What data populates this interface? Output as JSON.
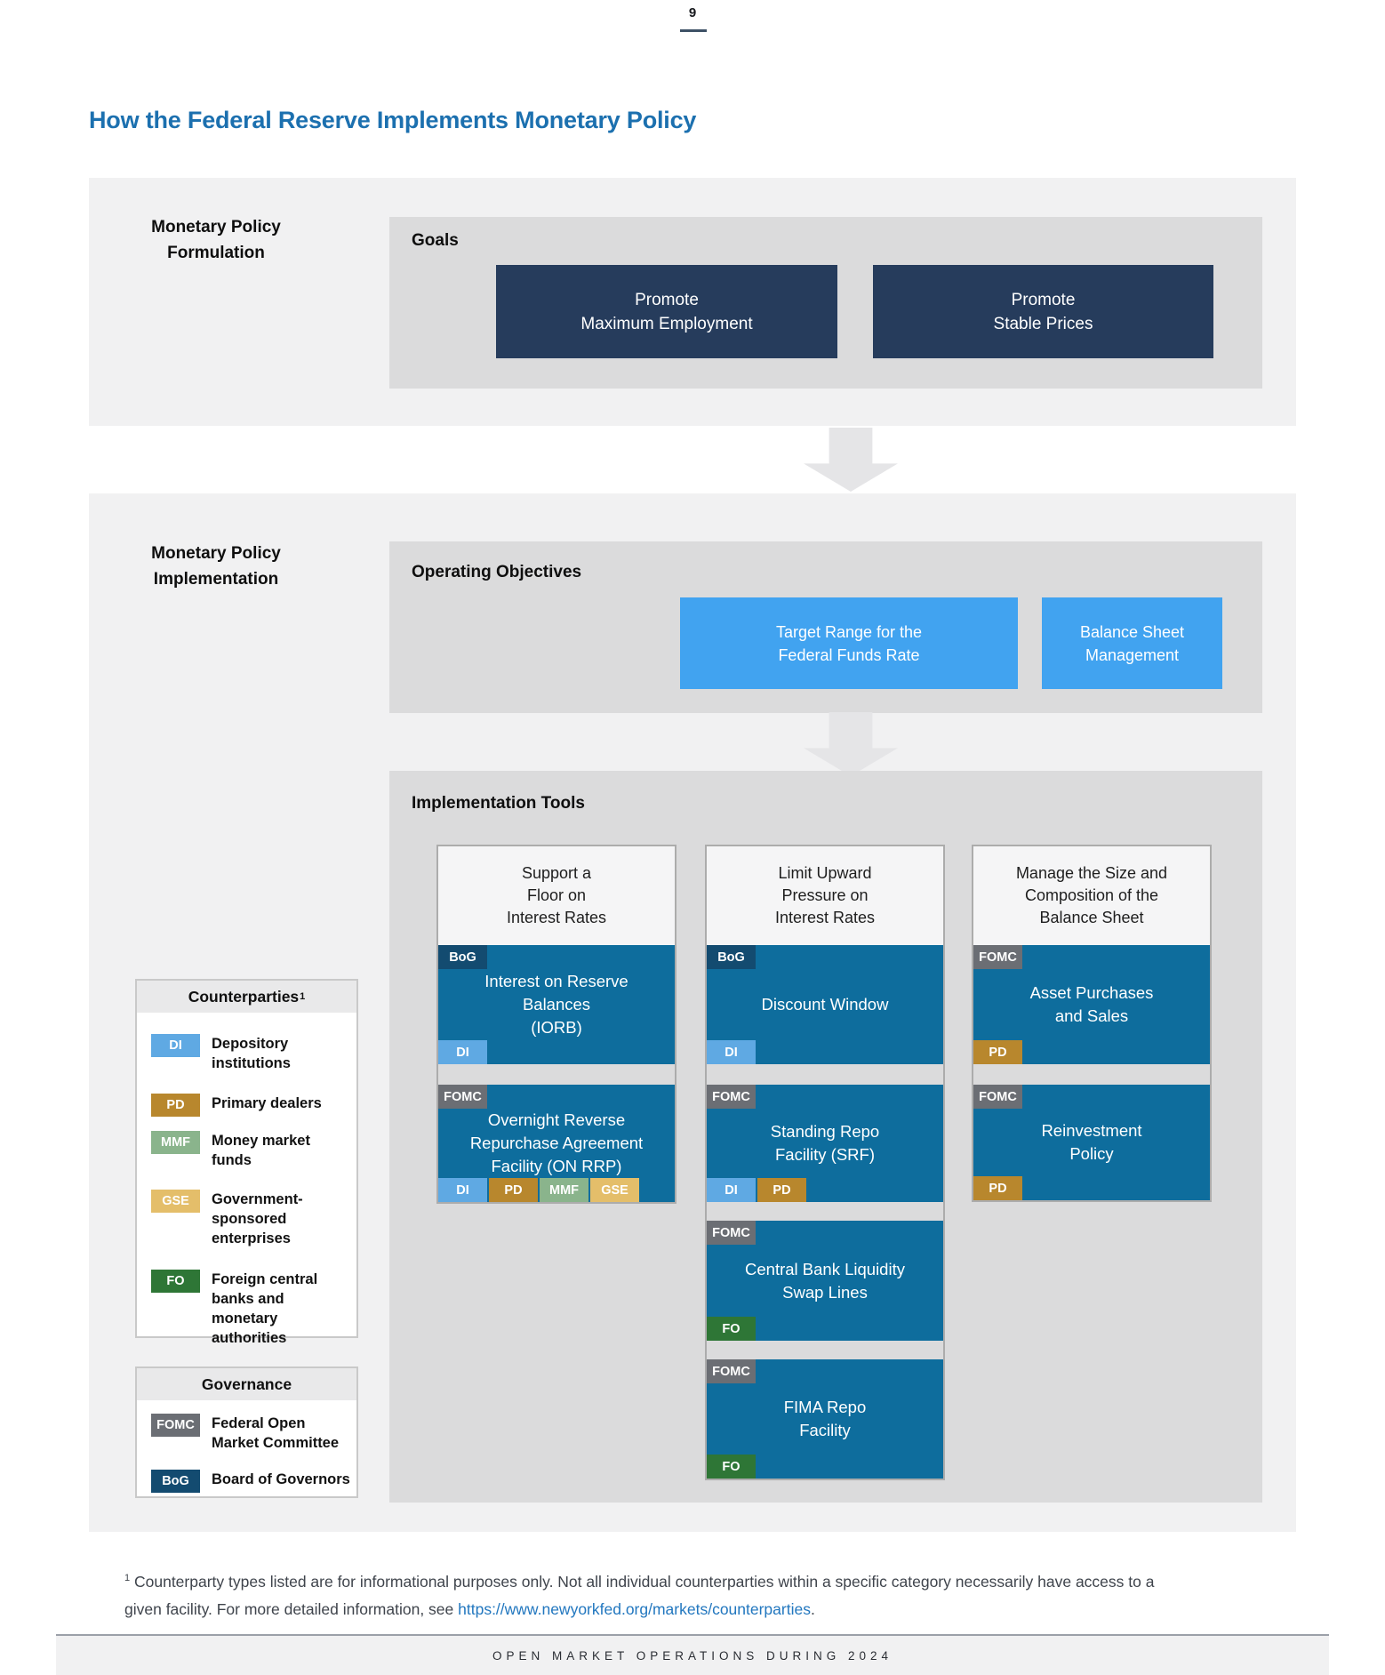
{
  "colors": {
    "title": "#1C70AF",
    "section": "#F1F1F2",
    "panel": "#DBDBDC",
    "navy": "#263C5C",
    "sky": "#41A3F0",
    "teal": "#0E6D9D",
    "bog": "#134B70",
    "fomc": "#6B6E74",
    "di": "#5FA9E3",
    "pd": "#B8872D",
    "mmf": "#8AB48C",
    "gse": "#E4BE6A",
    "fo": "#2E7636",
    "arrow": "#E5E5E7",
    "colhead": "#F5F5F6",
    "colborder": "#ACACAC",
    "legendborder": "#C9C9C9",
    "legendhead": "#E9E9EA",
    "link": "#2277BF",
    "footnote": "#3F444C",
    "rule": "#9BA0A8",
    "footerbar": "#F1F1F2",
    "pagerule": "#3E5166"
  },
  "page": {
    "number": "9",
    "footer_text": "OPEN MARKET OPERATIONS DURING 2024"
  },
  "title": "How the Federal Reserve Implements Monetary Policy",
  "formulation": {
    "section_label": [
      "Monetary Policy",
      "Formulation"
    ],
    "box_title": "Goals",
    "goals": [
      [
        "Promote",
        "Maximum Employment"
      ],
      [
        "Promote",
        "Stable Prices"
      ]
    ]
  },
  "implementation": {
    "section_label": [
      "Monetary Policy",
      "Implementation"
    ],
    "objectives": {
      "box_title": "Operating Objectives",
      "items": [
        [
          "Target Range for the",
          "Federal Funds Rate"
        ],
        [
          "Balance Sheet",
          "Management"
        ]
      ]
    },
    "tools": {
      "box_title": "Implementation Tools",
      "columns": [
        {
          "header": [
            "Support a",
            "Floor on",
            "Interest Rates"
          ],
          "cards": [
            {
              "governance": "BoG",
              "title": [
                "Interest on Reserve",
                "Balances",
                "(IORB)"
              ],
              "counterparties": [
                "DI"
              ]
            },
            {
              "governance": "FOMC",
              "title": [
                "Overnight Reverse",
                "Repurchase Agreement",
                "Facility (ON RRP)"
              ],
              "counterparties": [
                "DI",
                "PD",
                "MMF",
                "GSE"
              ]
            }
          ]
        },
        {
          "header": [
            "Limit Upward",
            "Pressure on",
            "Interest Rates"
          ],
          "cards": [
            {
              "governance": "BoG",
              "title": [
                "Discount Window"
              ],
              "counterparties": [
                "DI"
              ]
            },
            {
              "governance": "FOMC",
              "title": [
                "Standing Repo",
                "Facility (SRF)"
              ],
              "counterparties": [
                "DI",
                "PD"
              ]
            },
            {
              "governance": "FOMC",
              "title": [
                "Central Bank Liquidity",
                "Swap Lines"
              ],
              "counterparties": [
                "FO"
              ]
            },
            {
              "governance": "FOMC",
              "title": [
                "FIMA Repo",
                "Facility"
              ],
              "counterparties": [
                "FO"
              ]
            }
          ]
        },
        {
          "header": [
            "Manage the Size and",
            "Composition of the",
            "Balance Sheet"
          ],
          "cards": [
            {
              "governance": "FOMC",
              "title": [
                "Asset Purchases",
                "and Sales"
              ],
              "counterparties": [
                "PD"
              ]
            },
            {
              "governance": "FOMC",
              "title": [
                "Reinvestment",
                "Policy"
              ],
              "counterparties": [
                "PD"
              ]
            }
          ]
        }
      ]
    }
  },
  "legend": {
    "counterparties": {
      "title": "Counterparties",
      "title_superscript": "1",
      "items": [
        {
          "abbr": "DI",
          "label": [
            "Depository",
            "institutions"
          ]
        },
        {
          "abbr": "PD",
          "label": [
            "Primary dealers"
          ]
        },
        {
          "abbr": "MMF",
          "label": [
            "Money market",
            "funds"
          ]
        },
        {
          "abbr": "GSE",
          "label": [
            "Government-",
            "sponsored",
            "enterprises"
          ]
        },
        {
          "abbr": "FO",
          "label": [
            "Foreign central",
            "banks and monetary",
            "authorities"
          ]
        }
      ]
    },
    "governance": {
      "title": "Governance",
      "items": [
        {
          "abbr": "FOMC",
          "label": [
            "Federal Open",
            "Market Committee"
          ]
        },
        {
          "abbr": "BoG",
          "label": [
            "Board of Governors"
          ]
        }
      ]
    }
  },
  "footnote": {
    "marker": "1",
    "line1": " Counterparty types listed are for informational purposes only. Not all individual counterparties within a specific category necessarily have access to a",
    "line2_before_link": "given facility. For more detailed information, see ",
    "link_text": "https://www.newyorkfed.org/markets/counterparties",
    "suffix": "."
  }
}
